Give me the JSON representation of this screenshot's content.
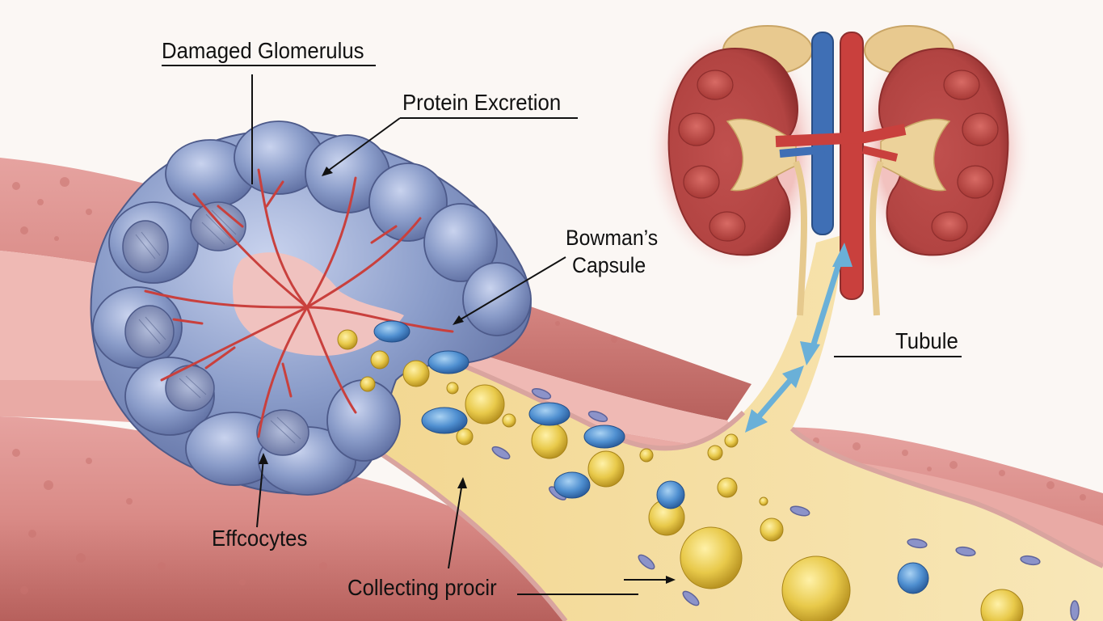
{
  "labels": {
    "damaged_glomerulus": "Damaged Glomerulus",
    "protein_excretion": "Protein Excretion",
    "bowmans_capsule_line1": "Bowman’s",
    "bowmans_capsule_line2": "Capsule",
    "tubule": "Tubule",
    "effcocytes": "Effcocytes",
    "collecting_procir": "Collecting procir"
  },
  "colors": {
    "background": "#fbf7f4",
    "glomerulus": "#8a9cc9",
    "vessel": "#c9403d",
    "vein": "#3f6fb5",
    "tubule_fluid": "#f5dea0",
    "tissue": "#d98a86",
    "protein_yellow": "#e8c94a",
    "protein_blue": "#4f8fd0",
    "flow_arrow": "#6ab0d8"
  },
  "icons": {
    "flow_arrows": "double-headed-arrow-icon"
  }
}
